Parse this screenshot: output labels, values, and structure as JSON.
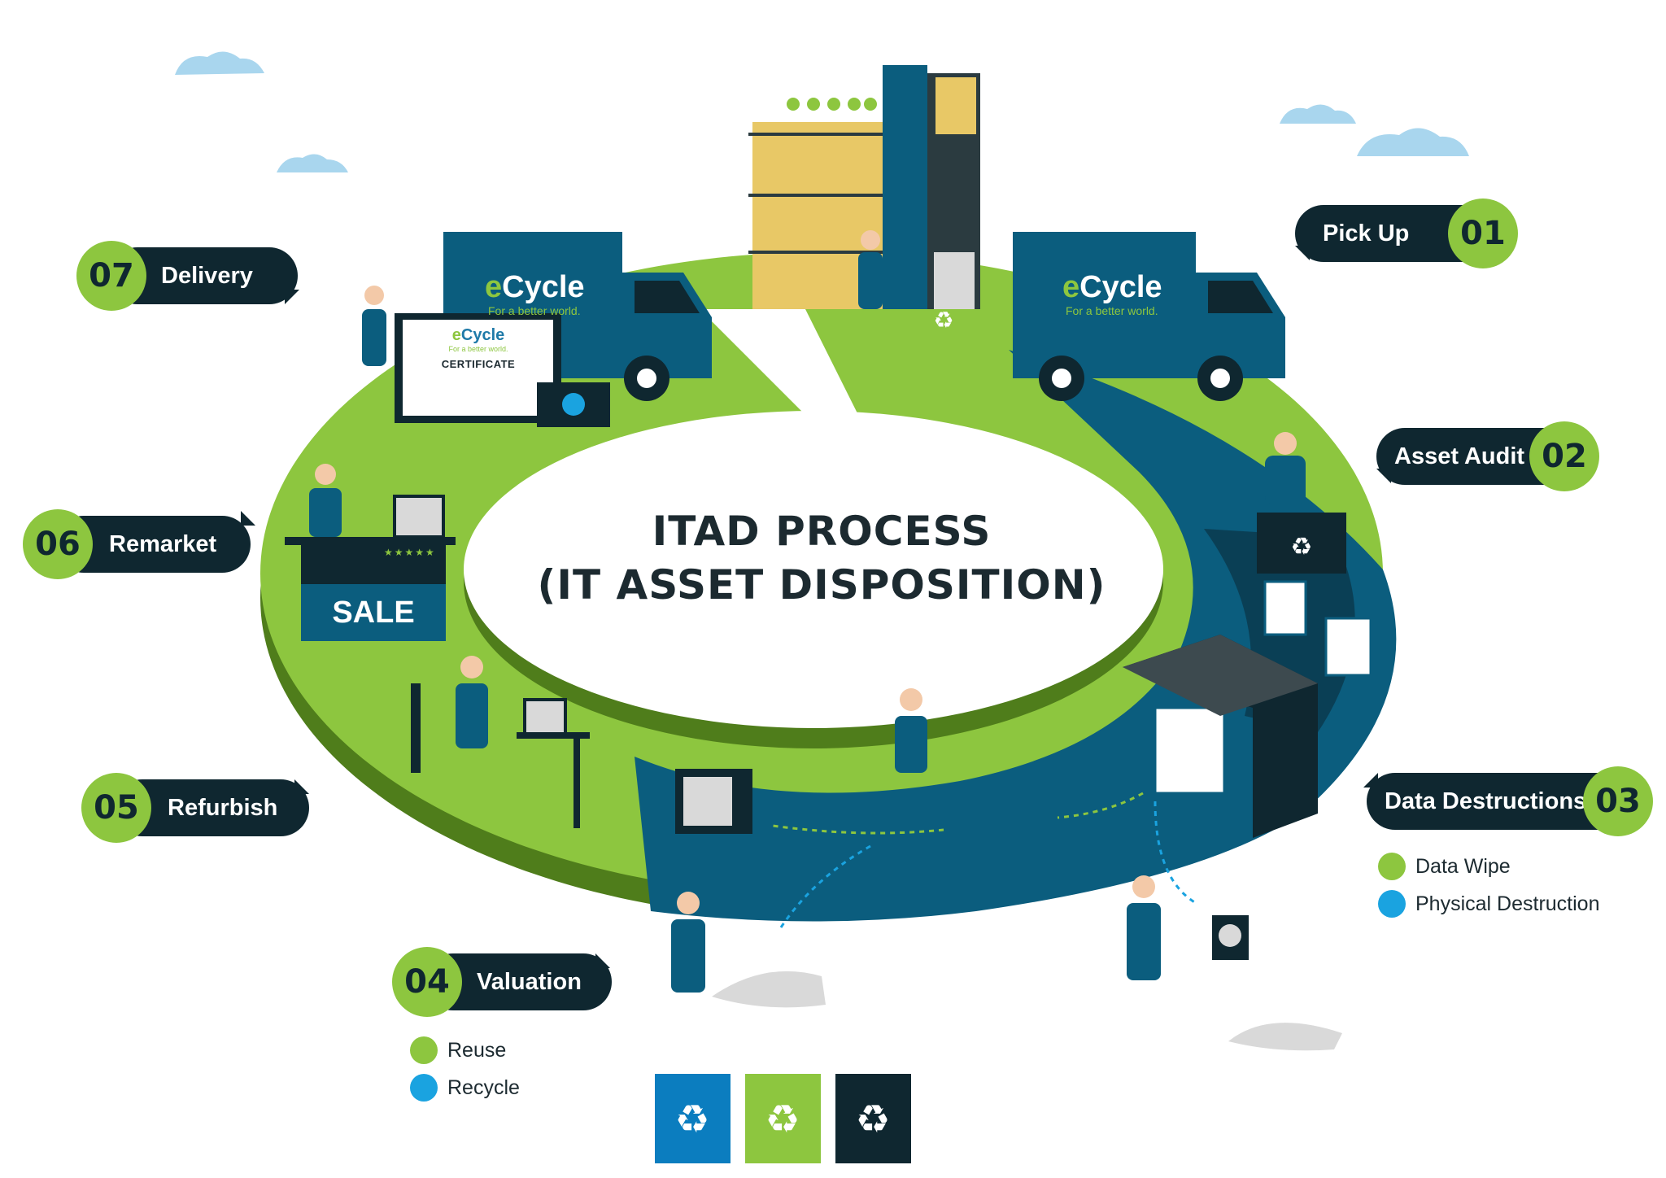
{
  "title": {
    "line1": "ITAD PROCESS",
    "line2": "(IT ASSET DISPOSITION)"
  },
  "steps": [
    {
      "number": "01",
      "label": "Pick Up"
    },
    {
      "number": "02",
      "label": "Asset Audit"
    },
    {
      "number": "03",
      "label": "Data Destructions"
    },
    {
      "number": "04",
      "label": "Valuation"
    },
    {
      "number": "05",
      "label": "Refurbish"
    },
    {
      "number": "06",
      "label": "Remarket"
    },
    {
      "number": "07",
      "label": "Delivery"
    }
  ],
  "legend_data_destruction": [
    {
      "label": "Data Wipe",
      "color": "#8dc63f"
    },
    {
      "label": "Physical Destruction",
      "color": "#1aa3e0"
    }
  ],
  "legend_valuation": [
    {
      "label": "Reuse",
      "color": "#8dc63f"
    },
    {
      "label": "Recycle",
      "color": "#1aa3e0"
    }
  ],
  "truck": {
    "brand_e": "e",
    "brand_rest": "Cycle",
    "tagline": "For a better world."
  },
  "certificate": {
    "brand_e": "e",
    "brand_rest": "Cycle",
    "tagline": "For a better world.",
    "title": "CERTIFICATE"
  },
  "sale_sign": "SALE",
  "stars": "★★★★★",
  "colors": {
    "green": "#8dc63f",
    "dark_green": "#5f8f22",
    "navy": "#0f2730",
    "teal": "#0b5d7e",
    "blue": "#1aa3e0"
  },
  "icons": [
    "recycle-icon",
    "cloud-icon",
    "truck-icon",
    "building-icon",
    "certificate-icon",
    "money-icon",
    "document-icon",
    "shredder-icon",
    "hard-drive-icon",
    "laptop-icon",
    "server-icon"
  ]
}
